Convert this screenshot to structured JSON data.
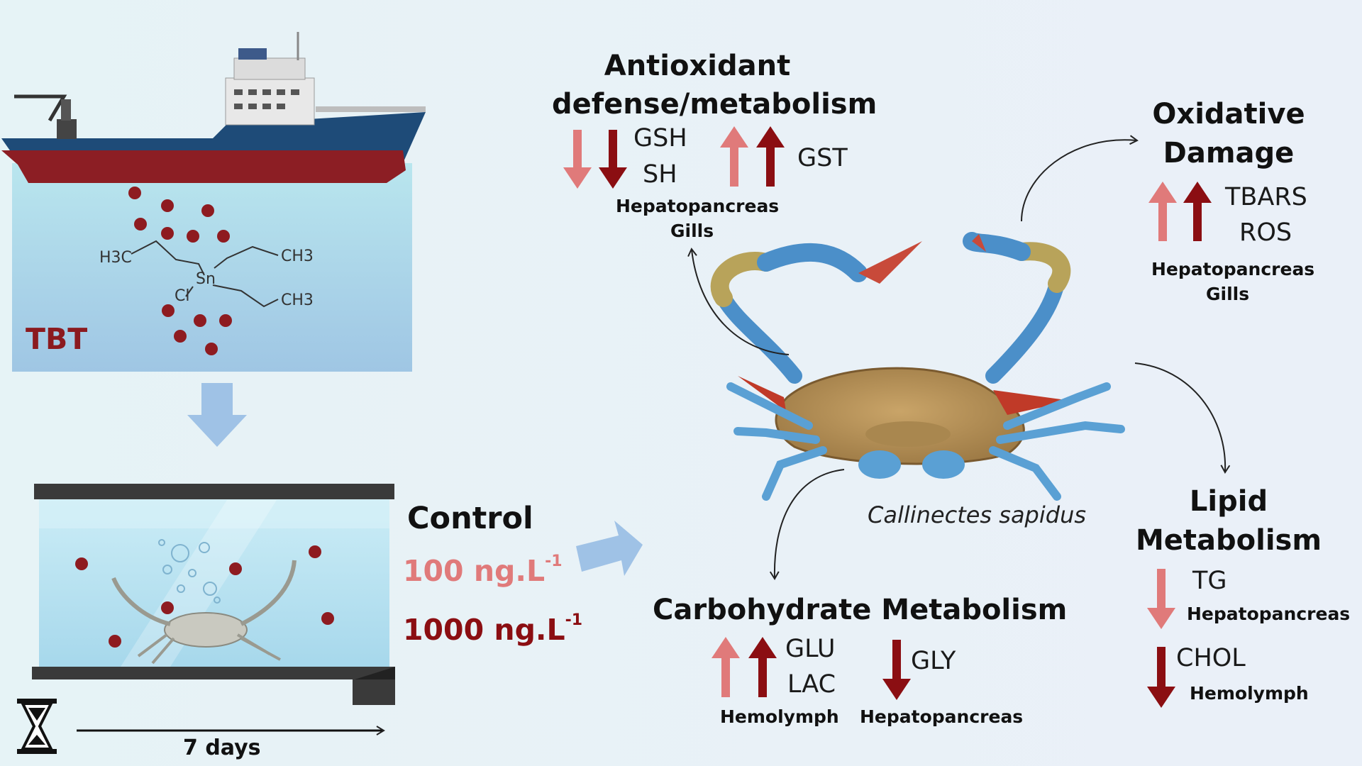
{
  "colors": {
    "light_arrow": "#e07a7a",
    "dark_arrow": "#8b0e12",
    "ship_hull_blue": "#1e4b78",
    "ship_hull_red": "#8c1e24",
    "water": "#a8dbe6",
    "particle": "#8e1b20",
    "flow_arrow": "#9fc2e6"
  },
  "exposure": {
    "compound_label": "TBT",
    "formula_labels": [
      "H3C",
      "CH3",
      "Sn",
      "Cl",
      "CH3"
    ],
    "control_label": "Control",
    "dose_low": "100 ng.L",
    "dose_high": "1000 ng.L",
    "dose_exponent": "-1",
    "duration": "7 days"
  },
  "organism": {
    "species": "Callinectes sapidus"
  },
  "antioxidant": {
    "title_line1": "Antioxidant",
    "title_line2": "defense/metabolism",
    "decreased": [
      "GSH",
      "SH"
    ],
    "increased": [
      "GST"
    ],
    "tissues": [
      "Hepatopancreas",
      "Gills"
    ]
  },
  "oxidative": {
    "title_line1": "Oxidative",
    "title_line2": "Damage",
    "increased": [
      "TBARS",
      "ROS"
    ],
    "tissues": [
      "Hepatopancreas",
      "Gills"
    ]
  },
  "lipid": {
    "title_line1": "Lipid",
    "title_line2": "Metabolism",
    "tg": "TG",
    "tg_tissue": "Hepatopancreas",
    "chol": "CHOL",
    "chol_tissue": "Hemolymph"
  },
  "carbohydrate": {
    "title": "Carbohydrate Metabolism",
    "increased": [
      "GLU",
      "LAC"
    ],
    "increased_tissue": "Hemolymph",
    "decreased": [
      "GLY"
    ],
    "decreased_tissue": "Hepatopancreas"
  }
}
